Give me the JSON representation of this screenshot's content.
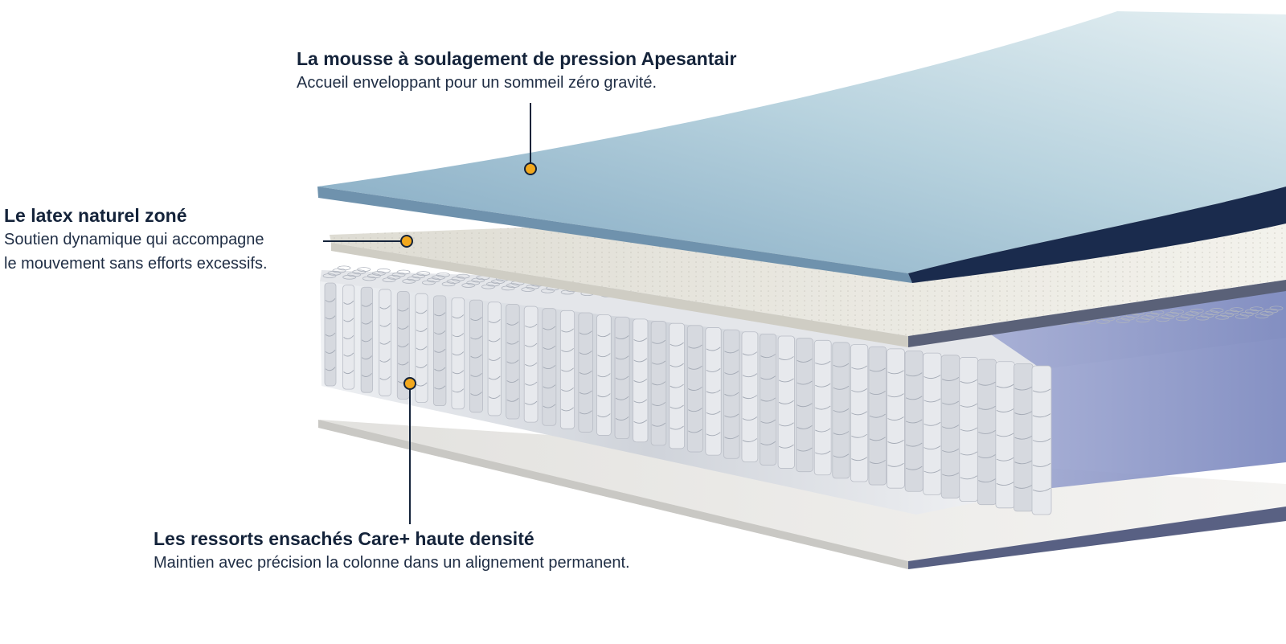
{
  "callouts": [
    {
      "id": "memory-foam",
      "title": "La mousse à soulagement de pression Apesantair",
      "description": "Accueil enveloppant pour un sommeil zéro gravité."
    },
    {
      "id": "latex",
      "title": "Le latex naturel zoné",
      "description": "Soutien dynamique qui accompagne\nle mouvement sans efforts excessifs."
    },
    {
      "id": "pocket-springs",
      "title": "Les ressorts ensachés Care+ haute densité",
      "description": "Maintien avec précision la colonne dans un alignement permanent."
    }
  ],
  "colors": {
    "text": "#14233a",
    "marker": "#f2a81d",
    "foam_light": "#d3e6ec",
    "foam_dark": "#8eb1c8",
    "foam_edge": "#1a2b4d",
    "latex": "#e9e8e1",
    "springs": "#d9dbe0",
    "springs_zone": "#8d97c4",
    "base": "#ecebea"
  }
}
